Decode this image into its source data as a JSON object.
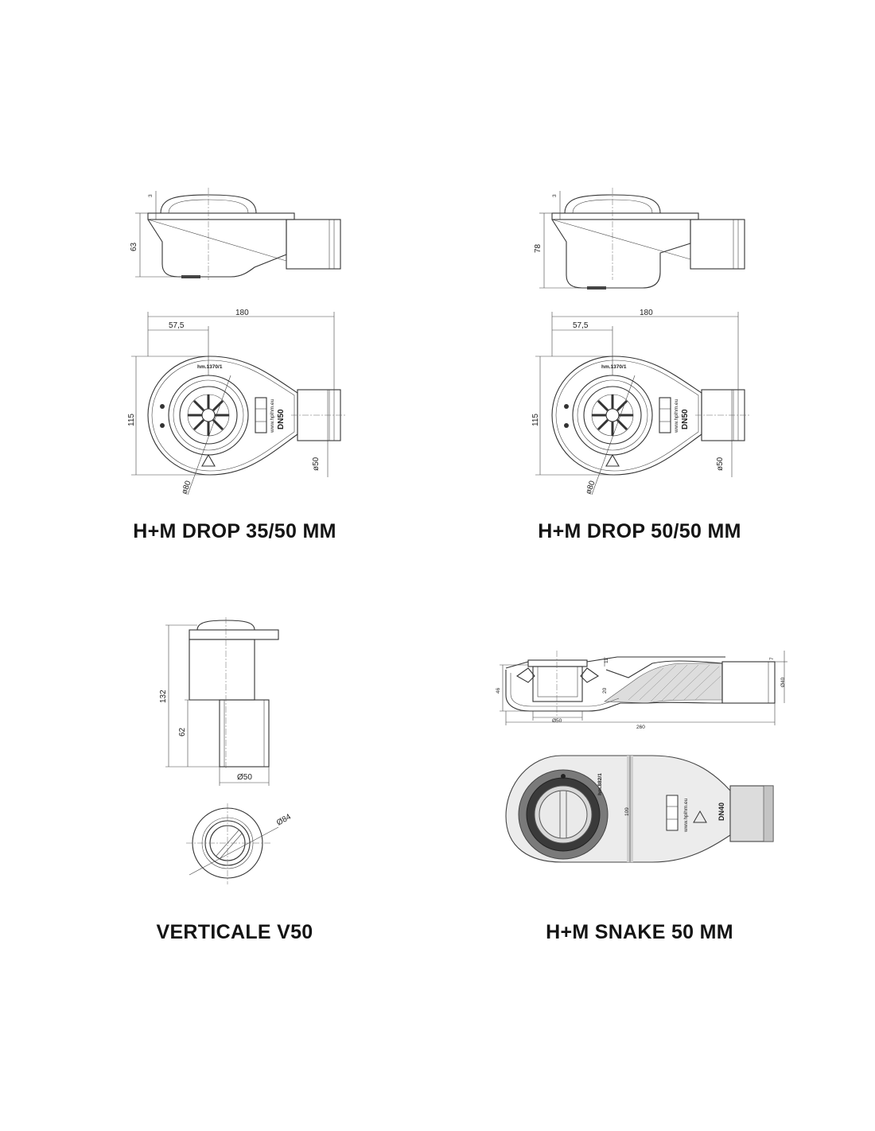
{
  "drawings": [
    {
      "id": "drop-35-50",
      "caption": "H+M DROP 35/50 MM",
      "side_dims": {
        "top": "3",
        "height": "63"
      },
      "plan_dims": {
        "width": "180",
        "offset": "57,5",
        "height": "115",
        "outlet": "ø50",
        "grate": "ø80"
      },
      "marks": {
        "code": "hm.1370/1",
        "dn": "DN50",
        "web": "www.hplhm.eu"
      }
    },
    {
      "id": "drop-50-50",
      "caption": "H+M DROP 50/50 MM",
      "side_dims": {
        "top": "3",
        "height": "78"
      },
      "plan_dims": {
        "width": "180",
        "offset": "57,5",
        "height": "115",
        "outlet": "ø50",
        "grate": "ø80"
      },
      "marks": {
        "code": "hm.1370/1",
        "dn": "DN50",
        "web": "www.hplhm.eu"
      }
    },
    {
      "id": "verticale-v50",
      "caption": "VERTICALE V50",
      "dims": {
        "total": "132",
        "lower": "62",
        "outlet": "Ø50",
        "top": "Ø84"
      }
    },
    {
      "id": "snake-50",
      "caption": "H+M SNAKE 50 MM",
      "dims": {
        "top": "11",
        "right_top": "7",
        "height": "46",
        "inner": "20",
        "bottom": "Ø50",
        "length": "260",
        "outlet": "Ø40",
        "width": "109"
      },
      "marks": {
        "code": "hm.882/1",
        "dn": "DN40",
        "web": "www.hplhm.eu"
      }
    }
  ]
}
